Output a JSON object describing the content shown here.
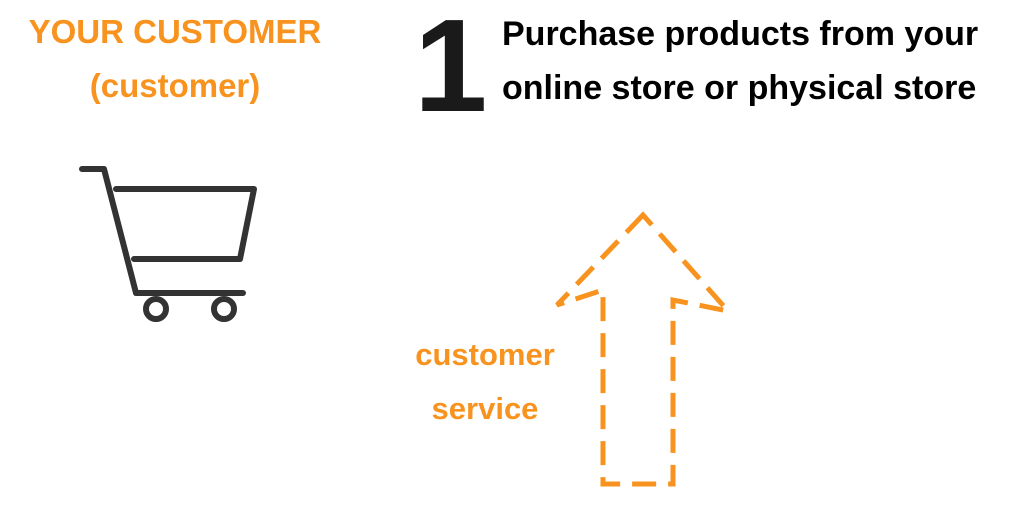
{
  "colors": {
    "accent": "#F7931E",
    "dark": "#333333"
  },
  "customer": {
    "title_line1": "YOUR CUSTOMER",
    "title_line2": "(customer)",
    "icon": "shopping-cart-icon"
  },
  "step": {
    "number": "1",
    "text_line1": "Purchase products from your",
    "text_line2": "online store or physical store"
  },
  "service": {
    "label_line1": "customer",
    "label_line2": "service",
    "icon": "dashed-up-arrow-icon"
  }
}
